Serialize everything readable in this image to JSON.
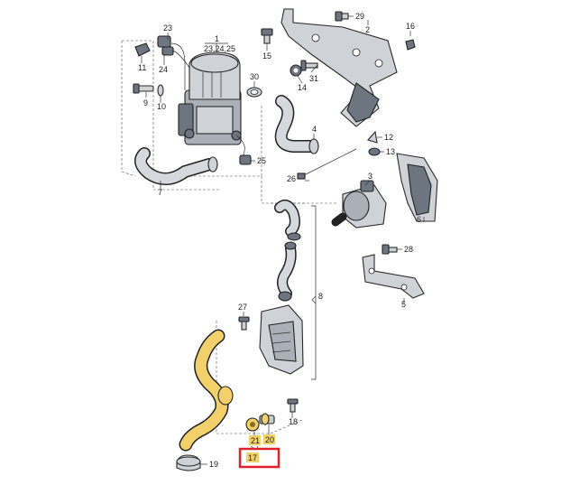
{
  "callouts": {
    "c1": "1",
    "c1_sub": "23,24,25",
    "c2": "2",
    "c3": "3",
    "c4": "4",
    "c5": "5",
    "c6": "6",
    "c7": "7",
    "c8": "8",
    "c9": "9",
    "c10": "10",
    "c11": "11",
    "c12": "12",
    "c13": "13",
    "c14": "14",
    "c15": "15",
    "c16": "16",
    "c17": "17",
    "c18": "18",
    "c19": "19",
    "c20": "20",
    "c21": "21",
    "c23": "23",
    "c24": "24",
    "c25": "25",
    "c26": "26",
    "c27": "27",
    "c28": "28",
    "c29": "29",
    "c30": "30",
    "c31": "31"
  },
  "colors": {
    "highlight_fill": "#f2d16b",
    "highlight_box": "#e0202a",
    "hose_highlight": "#f2d16b"
  }
}
